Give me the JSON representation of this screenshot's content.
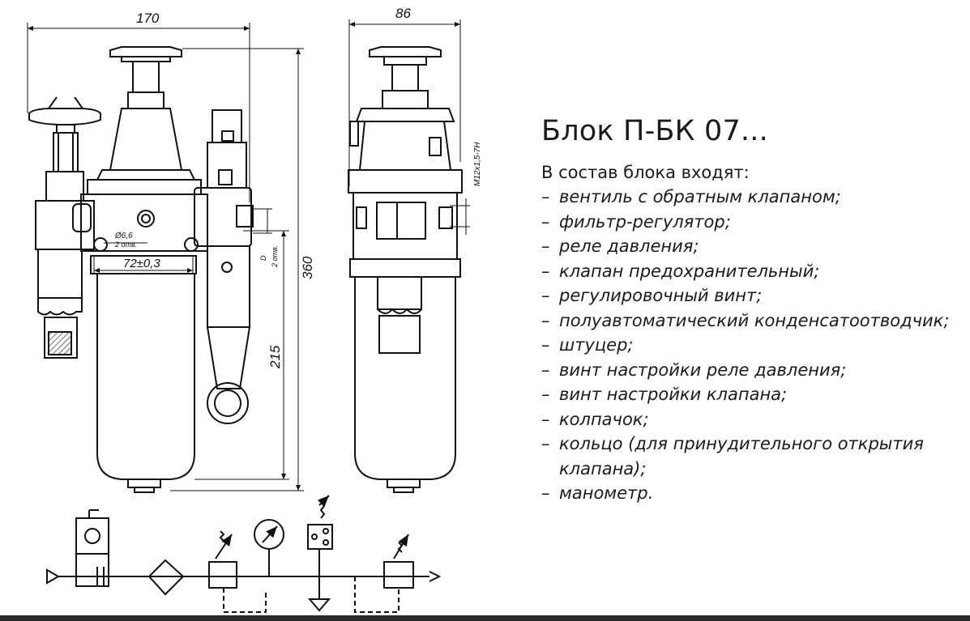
{
  "drawing": {
    "dimensions": {
      "width_front": "170",
      "width_side": "86",
      "height_total": "360",
      "height_lower": "215",
      "hole_spacing": "72±0,3",
      "hole_diameter": "Ø6,6",
      "hole_count": "2 отв.",
      "port_label": "D",
      "port_count": "2 отв.",
      "thread": "M12x1,5-7H"
    }
  },
  "panel": {
    "title": "Блок П-БК 07...",
    "intro": "В состав блока входят:",
    "dash": "–",
    "items": [
      "вентиль с обратным клапаном;",
      "фильтр-регулятор;",
      "реле давления;",
      "клапан предохранительный;",
      "регулировочный винт;",
      "полуавтоматический конденсатоотводчик;",
      "штуцер;",
      "винт настройки реле давления;",
      "винт настройки клапана;",
      "колпачок;",
      "кольцо (для принудительного открытия клапана);",
      "манометр."
    ]
  }
}
